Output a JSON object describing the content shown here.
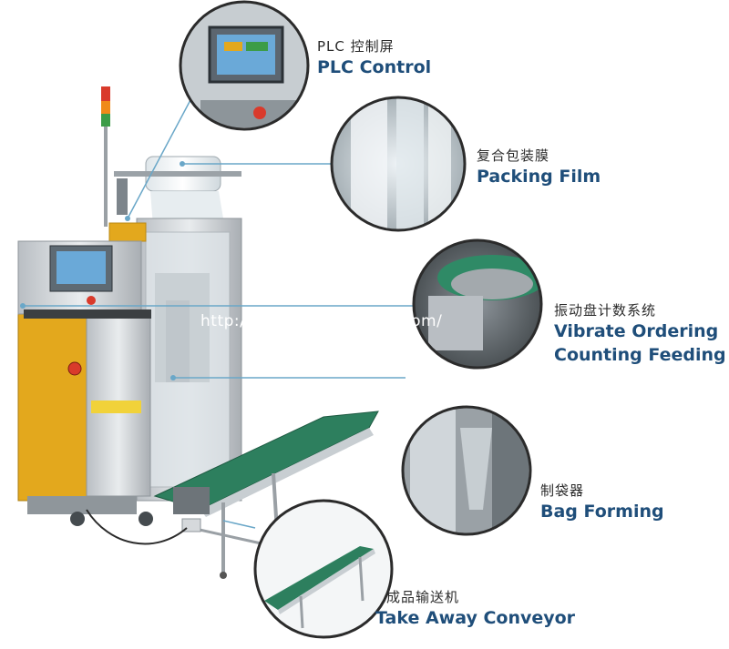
{
  "watermark": "http://www.hookprocess.com/",
  "callouts": [
    {
      "id": "plc",
      "cn": "PLC 控制屏",
      "en": [
        "PLC Control"
      ]
    },
    {
      "id": "film",
      "cn": "复合包装膜",
      "en": [
        "Packing Film"
      ]
    },
    {
      "id": "vibrate",
      "cn": "振动盘计数系统",
      "en": [
        "Vibrate Ordering",
        "Counting Feeding"
      ]
    },
    {
      "id": "bag",
      "cn": "制袋器",
      "en": [
        "Bag Forming"
      ]
    },
    {
      "id": "conveyor",
      "cn": "成品输送机",
      "en": [
        "Take Away Conveyor"
      ]
    }
  ],
  "colors": {
    "accent_label": "#1f4e7a",
    "leader_line": "#6aa7c8",
    "machine_yellow": "#e3a81d",
    "conveyor_belt": "#2d7f5e"
  }
}
